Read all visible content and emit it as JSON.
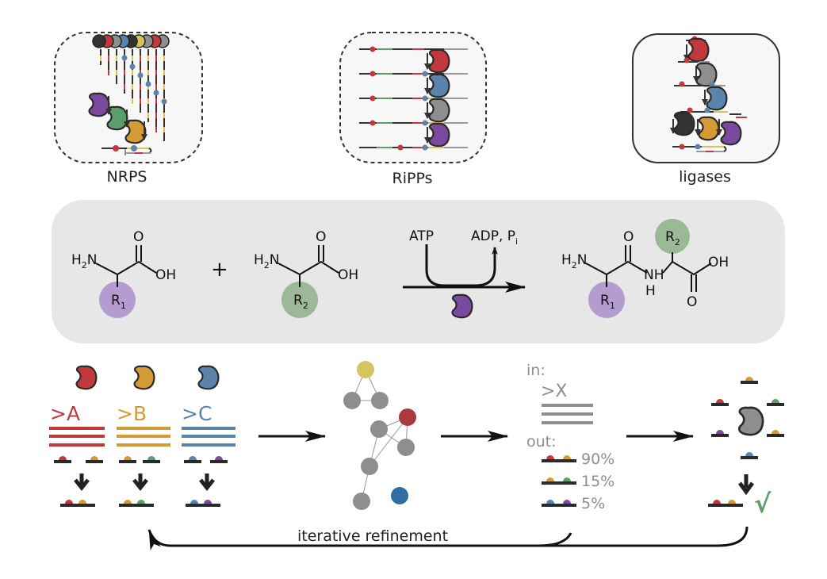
{
  "panels": {
    "nrps_label": "NRPS",
    "ripps_label": "RiPPs",
    "ligases_label": "ligases"
  },
  "reaction": {
    "amine": "H",
    "amine_sub": "2",
    "amine_n": "N",
    "oxygen": "O",
    "hydroxyl": "OH",
    "r": "R",
    "r1_sub": "1",
    "r2_sub": "2",
    "plus": "+",
    "atp": "ATP",
    "adp": "ADP, P",
    "adp_sub": "i",
    "nh": "NH",
    "h": "H"
  },
  "workflow": {
    "seq_a": ">A",
    "seq_b": ">B",
    "seq_c": ">C",
    "in_label": "in:",
    "seq_x": ">X",
    "out_label": "out:",
    "outputs": [
      "90%",
      "15%",
      "5%"
    ],
    "check": "√",
    "loop_label": "iterative refinement"
  },
  "colors": {
    "red": "#c1393c",
    "orange": "#d39a35",
    "blue": "#5b84ad",
    "green": "#5c9e6b",
    "purple": "#7b4a9f",
    "gray": "#8e8e8e",
    "panel": "#e7e7e7"
  }
}
